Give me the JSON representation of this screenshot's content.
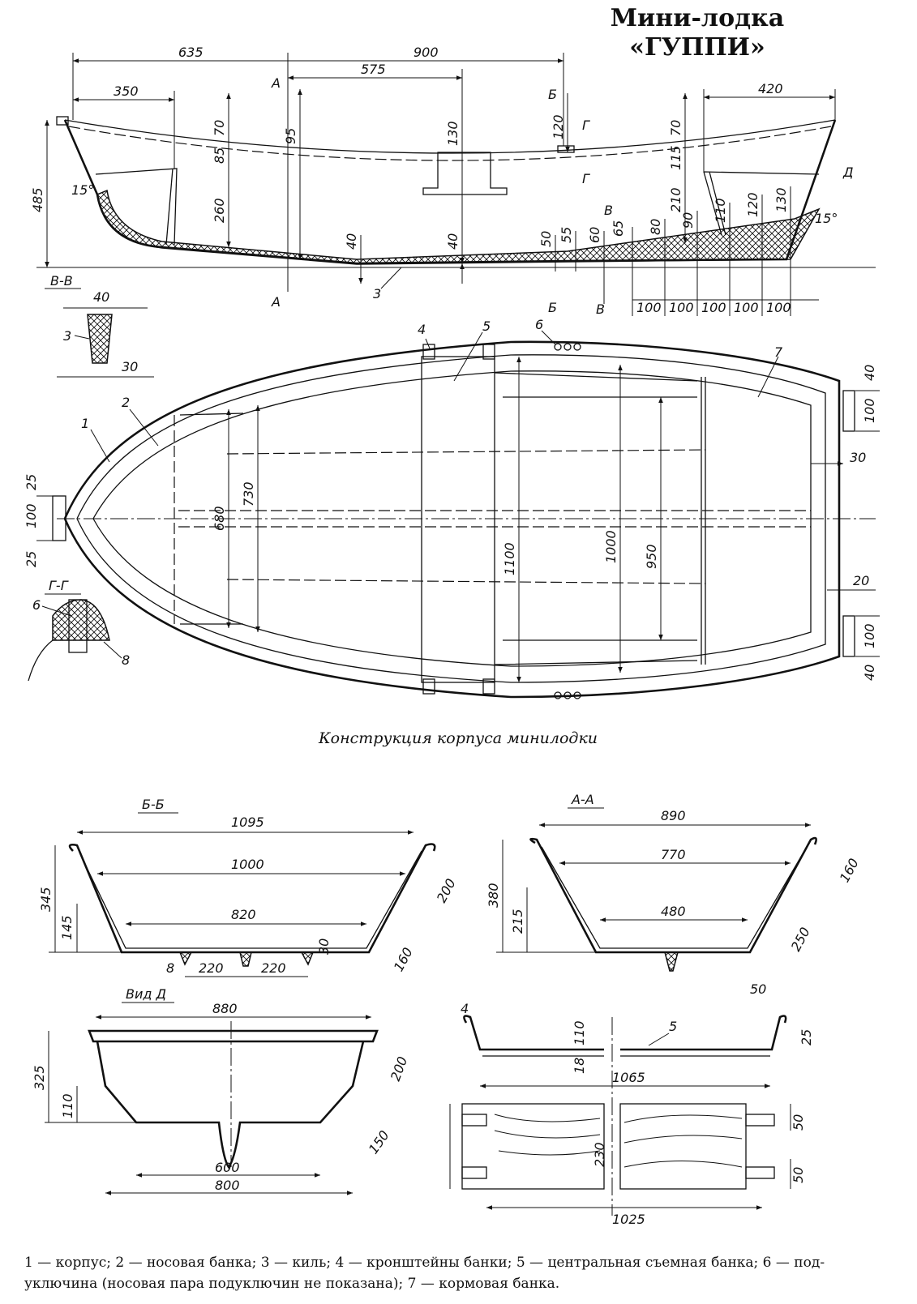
{
  "title": {
    "line1": "Мини-лодка",
    "line2": "«ГУППИ»"
  },
  "caption": "Конструкция корпуса минилодки",
  "legend": {
    "line1": "1 — корпус; 2 — носовая банка; 3 — киль; 4 — кронштейны банки; 5 — центральная съемная банка; 6 — под-",
    "line2": "уключина (носовая пара подуключин не показана); 7 — кормовая банка."
  },
  "views": {
    "side": {
      "dims_top": [
        "635",
        "900",
        "575",
        "350",
        "420"
      ],
      "dims_vertical": [
        "485",
        "70",
        "85",
        "260",
        "95",
        "130",
        "120",
        "70",
        "115",
        "210",
        "40",
        "40",
        "50",
        "55",
        "60",
        "65",
        "80",
        "90",
        "110",
        "120",
        "130"
      ],
      "dims_bottom": [
        "100",
        "100",
        "100",
        "100",
        "100"
      ],
      "angles": [
        "15°",
        "15°"
      ],
      "section_marks": [
        "А",
        "А",
        "Б",
        "Б",
        "В",
        "В",
        "Г",
        "Г",
        "Д"
      ],
      "callouts": [
        "3"
      ]
    },
    "section_vv": {
      "label": "В-В",
      "dims": [
        "40",
        "30"
      ],
      "callout": "3"
    },
    "plan": {
      "callouts": [
        "1",
        "2",
        "4",
        "5",
        "6",
        "7"
      ],
      "dims": [
        "680",
        "730",
        "1100",
        "1000",
        "950",
        "25",
        "100",
        "25",
        "40",
        "100",
        "30",
        "20",
        "100",
        "40"
      ]
    },
    "section_gg": {
      "label": "Г-Г",
      "callouts": [
        "6",
        "8"
      ]
    },
    "section_bb": {
      "label": "Б-Б",
      "dims": [
        "1095",
        "1000",
        "820",
        "345",
        "145",
        "200",
        "160",
        "30",
        "220",
        "220"
      ],
      "callout": "8"
    },
    "section_aa": {
      "label": "А-А",
      "dims": [
        "890",
        "770",
        "480",
        "380",
        "215",
        "160",
        "250"
      ]
    },
    "view_d": {
      "label": "Вид Д",
      "dims": [
        "880",
        "325",
        "110",
        "200",
        "150",
        "600",
        "800"
      ]
    },
    "seat": {
      "callouts": [
        "4",
        "5"
      ],
      "dims": [
        "50",
        "110",
        "25",
        "18",
        "1065",
        "230",
        "50",
        "50",
        "1025"
      ]
    }
  }
}
